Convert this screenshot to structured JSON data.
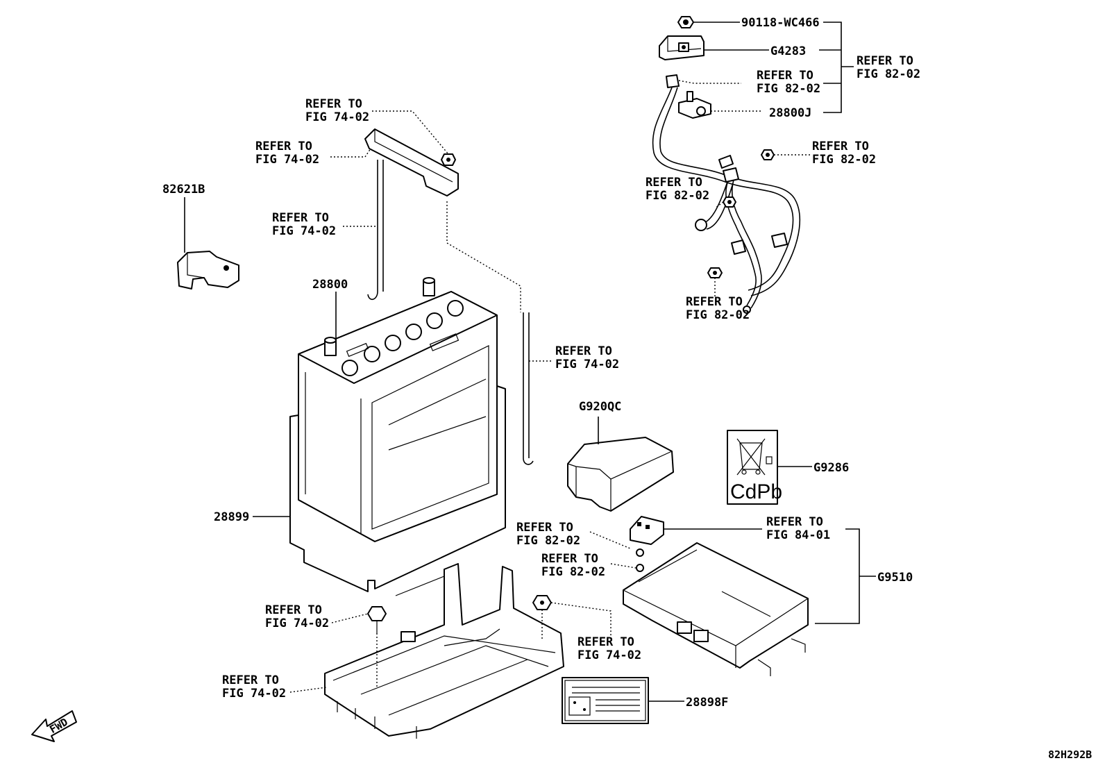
{
  "labels": {
    "p90118": "90118-WC466",
    "g4283": "G4283",
    "refer_fig_82_02_a1": "REFER TO",
    "refer_fig_82_02_a2": "FIG 82-02",
    "refer_fig_82_02_b1": "REFER TO",
    "refer_fig_82_02_b2": "FIG 82-02",
    "p28800j": "28800J",
    "refer_fig_82_02_c1": "REFER TO",
    "refer_fig_82_02_c2": "FIG 82-02",
    "refer_fig_82_02_d1": "REFER TO",
    "refer_fig_82_02_d2": "FIG 82-02",
    "refer_fig_82_02_e1": "REFER TO",
    "refer_fig_82_02_e2": "FIG 82-02",
    "refer_fig_74_02_a1": "REFER TO",
    "refer_fig_74_02_a2": "FIG 74-02",
    "refer_fig_74_02_b1": "REFER TO",
    "refer_fig_74_02_b2": "FIG 74-02",
    "refer_fig_74_02_c1": "REFER TO",
    "refer_fig_74_02_c2": "FIG 74-02",
    "refer_fig_74_02_d1": "REFER TO",
    "refer_fig_74_02_d2": "FIG 74-02",
    "refer_fig_74_02_e1": "REFER TO",
    "refer_fig_74_02_e2": "FIG 74-02",
    "refer_fig_74_02_f1": "REFER TO",
    "refer_fig_74_02_f2": "FIG 74-02",
    "refer_fig_74_02_g1": "REFER TO",
    "refer_fig_74_02_g2": "FIG 74-02",
    "p82621b": "82621B",
    "p28800": "28800",
    "p28899": "28899",
    "g920qc": "G920QC",
    "g9286": "G9286",
    "cdpb": "CdPb",
    "refer_fig_84_01_1": "REFER TO",
    "refer_fig_84_01_2": "FIG 84-01",
    "refer_fig_82_02_f1": "REFER TO",
    "refer_fig_82_02_f2": "FIG 82-02",
    "refer_fig_82_02_g1": "REFER TO",
    "refer_fig_82_02_g2": "FIG 82-02",
    "g9510": "G9510",
    "p28898f": "28898F",
    "fwd": "FWD",
    "figure_id": "82H292B"
  }
}
